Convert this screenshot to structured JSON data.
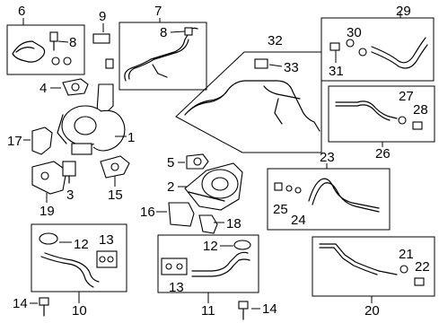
{
  "callouts": {
    "c1": "1",
    "c2": "2",
    "c3": "3",
    "c4": "4",
    "c5": "5",
    "c6": "6",
    "c7": "7",
    "c8a": "8",
    "c8b": "8",
    "c9": "9",
    "c10": "10",
    "c11": "11",
    "c12a": "12",
    "c12b": "12",
    "c13a": "13",
    "c13b": "13",
    "c14a": "14",
    "c14b": "14",
    "c15": "15",
    "c16": "16",
    "c17": "17",
    "c18": "18",
    "c19": "19",
    "c20": "20",
    "c21": "21",
    "c22": "22",
    "c23": "23",
    "c24": "24",
    "c25": "25",
    "c26": "26",
    "c27": "27",
    "c28": "28",
    "c29": "29",
    "c30": "30",
    "c31": "31",
    "c32": "32",
    "c33": "33"
  }
}
